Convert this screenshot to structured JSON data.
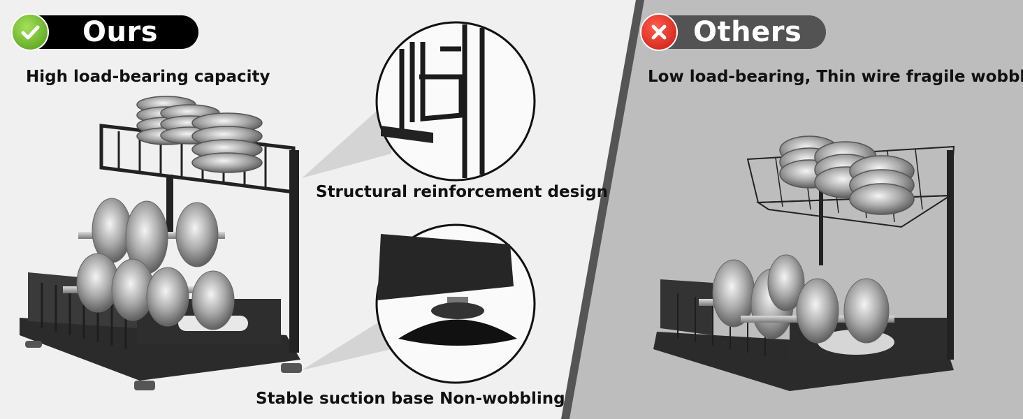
{
  "ours": {
    "heading": "Ours",
    "badge_icon": "check-icon",
    "caption": "High load-bearing capacity"
  },
  "others": {
    "heading": "Others",
    "badge_icon": "x-icon",
    "caption": "Low load-bearing, Thin wire fragile wobbly"
  },
  "details": {
    "structure_caption": "Structural reinforcement design",
    "base_caption": "Stable suction base Non-wobbling"
  },
  "colors": {
    "check_green": "#5aa81e",
    "x_red": "#e0271a",
    "ours_pill": "#000000",
    "others_pill": "#535353",
    "left_bg": "#f0f0f0",
    "right_bg": "#bdbdbd"
  }
}
